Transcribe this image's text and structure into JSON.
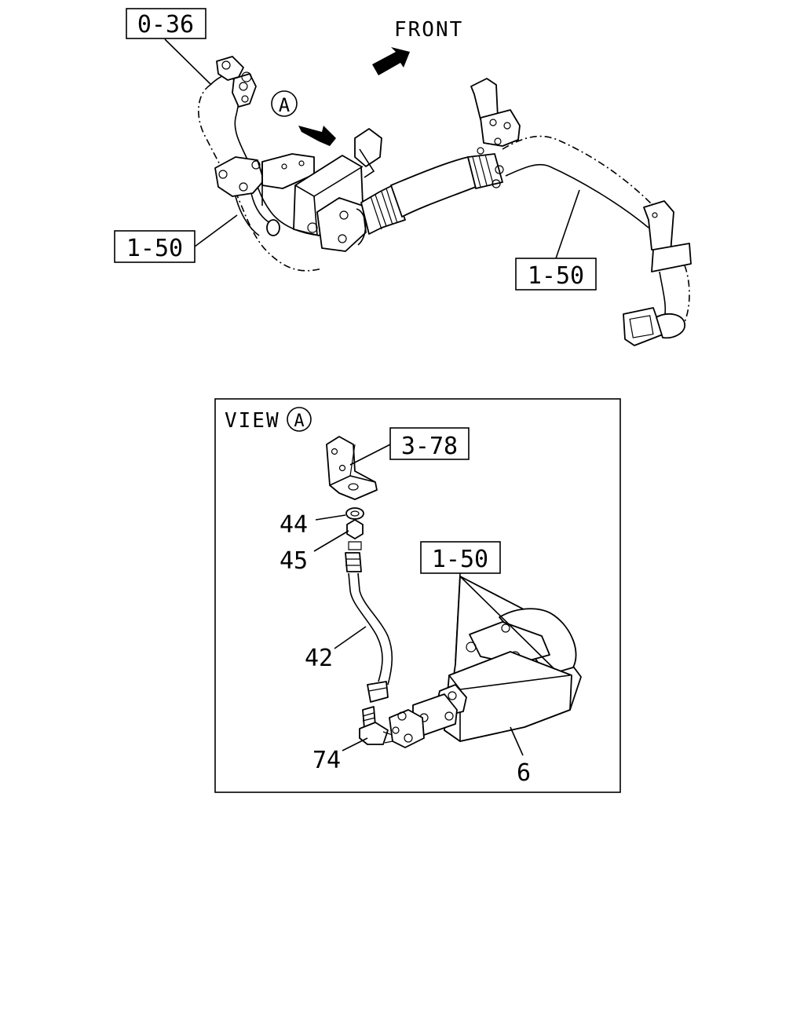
{
  "diagram": {
    "direction_label": "FRONT",
    "view_marker": "A",
    "callouts": {
      "top_left_ref": "0-36",
      "left_ref": "1-50",
      "right_ref": "1-50"
    },
    "inset": {
      "title": "VIEW",
      "view_marker": "A",
      "bracket_ref": "3-78",
      "cooler_ref": "1-50",
      "parts": {
        "washer": "44",
        "nut": "45",
        "pipe": "42",
        "union": "74",
        "cooler": "6"
      }
    }
  }
}
